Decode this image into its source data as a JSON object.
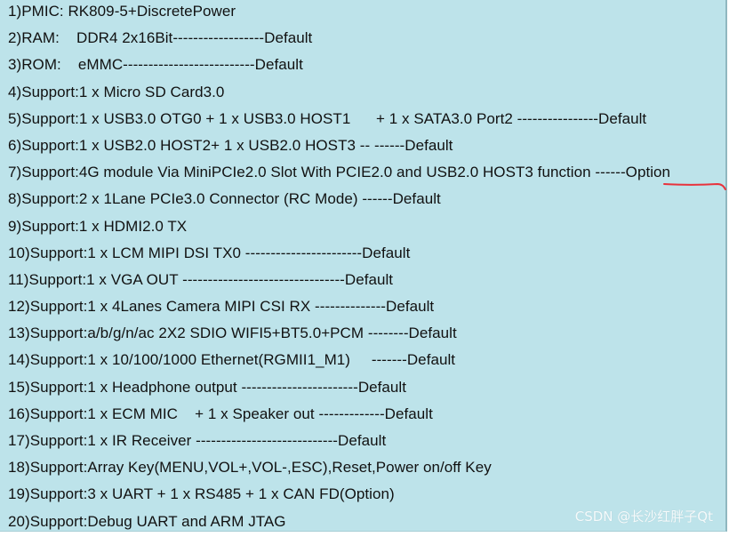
{
  "spec_lines": [
    {
      "text": "1)PMIC: RK809-5+DiscretePower"
    },
    {
      "text": "2)RAM:    DDR4 2x16Bit------------------Default"
    },
    {
      "text": "3)ROM:    eMMC--------------------------Default"
    },
    {
      "text": "4)Support:1 x Micro SD Card3.0"
    },
    {
      "text": "5)Support:1 x USB3.0 OTG0 + 1 x USB3.0 HOST1      + 1 x SATA3.0 Port2 ----------------Default"
    },
    {
      "text": "6)Support:1 x USB2.0 HOST2+ 1 x USB2.0 HOST3 -- ------Default"
    },
    {
      "text": "7)Support:4G module Via MiniPCIe2.0 Slot With PCIE2.0 and USB2.0 HOST3 function ------",
      "highlight": "Option"
    },
    {
      "text": "8)Support:2 x 1Lane PCIe3.0 Connector (RC Mode) ------Default"
    },
    {
      "text": "9)Support:1 x HDMI2.0 TX"
    },
    {
      "text": "10)Support:1 x LCM MIPI DSI TX0 -----------------------Default"
    },
    {
      "text": "11)Support:1 x VGA OUT --------------------------------Default"
    },
    {
      "text": "12)Support:1 x 4Lanes Camera MIPI CSI RX --------------Default"
    },
    {
      "text": "13)Support:a/b/g/n/ac 2X2 SDIO WIFI5+BT5.0+PCM --------Default"
    },
    {
      "text": "14)Support:1 x 10/100/1000 Ethernet(RGMII1_M1)     -------Default"
    },
    {
      "text": "15)Support:1 x Headphone output -----------------------Default"
    },
    {
      "text": "16)Support:1 x ECM MIC    + 1 x Speaker out -------------Default"
    },
    {
      "text": "17)Support:1 x IR Receiver ----------------------------Default"
    },
    {
      "text": "18)Support:Array Key(MENU,VOL+,VOL-,ESC),Reset,Power on/off Key"
    },
    {
      "text": "19)Support:3 x UART + 1 x RS485 + 1 x CAN FD(Option)"
    },
    {
      "text": "20)Support:Debug UART and ARM JTAG"
    }
  ],
  "watermark": "CSDN @长沙红胖子Qt",
  "colors": {
    "background": "#bde3ea",
    "text": "#111111",
    "underline": "#e8323c"
  }
}
